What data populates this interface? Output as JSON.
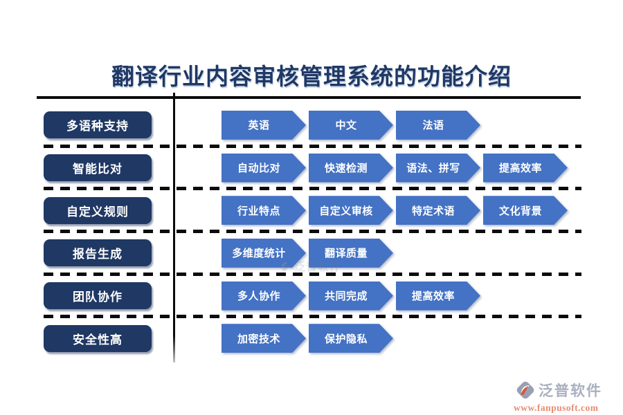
{
  "title": "翻译行业内容审核管理系统的功能介绍",
  "rows": [
    {
      "label": "多语种支持",
      "steps": [
        "英语",
        "中文",
        "法语"
      ]
    },
    {
      "label": "智能比对",
      "steps": [
        "自动比对",
        "快速检测",
        "语法、拼写",
        "提高效率"
      ]
    },
    {
      "label": "自定义规则",
      "steps": [
        "行业特点",
        "自定义审核",
        "特定术语",
        "文化背景"
      ]
    },
    {
      "label": "报告生成",
      "steps": [
        "多维度统计",
        "翻译质量"
      ]
    },
    {
      "label": "团队协作",
      "steps": [
        "多人协作",
        "共同完成",
        "提高效率"
      ]
    },
    {
      "label": "安全性高",
      "steps": [
        "加密技术",
        "保护隐私"
      ]
    }
  ],
  "watermark": {
    "brand": "泛普软件"
  },
  "footer": {
    "brand": "泛普软件",
    "url": "www.fanpusoft.com",
    "logo_icon": "fanpu-diamond-logo"
  },
  "colors": {
    "title_navy": "#1F3864",
    "label_navy": "#1F3864",
    "chevron_blue": "#4472C4",
    "line_black": "#0A0A0A",
    "brand_gray": "#A9B0BF",
    "brand_salmon": "#E88B70",
    "logo_gray": "#99A1B0",
    "logo_red": "#D4573E"
  }
}
